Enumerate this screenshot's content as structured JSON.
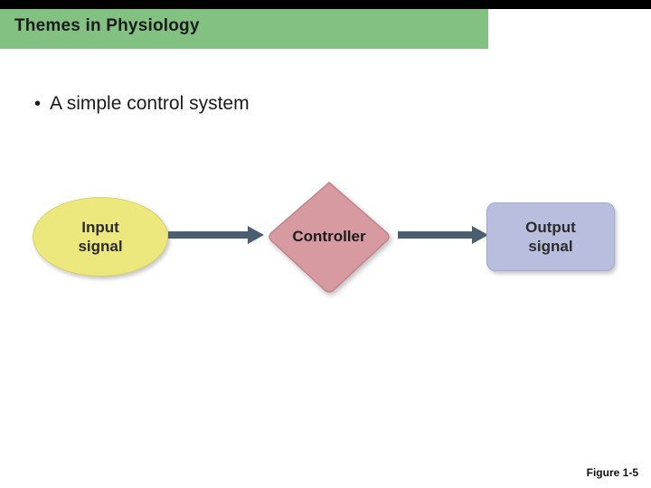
{
  "slide": {
    "title": "Themes in Physiology",
    "bullet_marker": "•",
    "bullet_text": "A simple control system",
    "figure_caption": "Figure 1-5",
    "colors": {
      "title_band": "#83c183",
      "top_strip": "#000000",
      "input_fill": "#ece87e",
      "controller_fill": "#d79aa0",
      "controller_stroke": "#c2848b",
      "output_fill": "#b9bede",
      "arrow": "#4b5e70",
      "text": "#1b1b1b"
    }
  },
  "chart_data": {
    "type": "diagram",
    "title": "A simple control system",
    "nodes": [
      {
        "id": "input",
        "label": "Input\nsignal",
        "label_line1": "Input",
        "label_line2": "signal",
        "shape": "ellipse",
        "fill": "#ece87e"
      },
      {
        "id": "controller",
        "label": "Controller",
        "shape": "diamond",
        "fill": "#d79aa0"
      },
      {
        "id": "output",
        "label": "Output\nsignal",
        "label_line1": "Output",
        "label_line2": "signal",
        "shape": "rounded-rect",
        "fill": "#b9bede"
      }
    ],
    "edges": [
      {
        "from": "input",
        "to": "controller",
        "style": "arrow"
      },
      {
        "from": "controller",
        "to": "output",
        "style": "arrow"
      }
    ]
  }
}
